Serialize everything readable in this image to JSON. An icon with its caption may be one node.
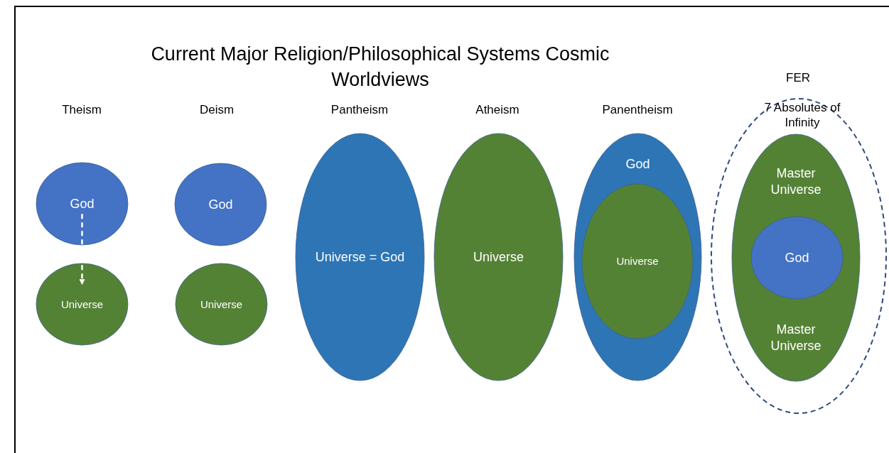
{
  "diagram": {
    "title": "Current Major Religion/Philosophical Systems Cosmic Worldviews",
    "nodes": [
      {
        "text": [
          "God"
        ]
      },
      {
        "text": [
          "Universe"
        ]
      },
      {
        "text": [
          "God"
        ]
      },
      {
        "text": [
          "Universe"
        ]
      },
      {
        "text": [
          "Universe = God"
        ]
      },
      {
        "text": [
          "Universe"
        ]
      },
      {
        "text": [
          "God"
        ]
      },
      {
        "text": [
          "Universe"
        ],
        "in": 6
      },
      {
        "text": [
          "7 Absolutes of Infinity"
        ]
      },
      {
        "text": [
          "Master Universe",
          "Master Universe"
        ],
        "in": 8
      },
      {
        "text": [
          "God"
        ],
        "in": 9
      }
    ],
    "edges": [
      {
        "from": 0,
        "to": 1,
        "arrow": "to",
        "style": "dashed"
      }
    ],
    "labels": [
      "Theism",
      "Deism",
      "Pantheism",
      "Atheism",
      "Panentheism",
      "FER"
    ]
  }
}
